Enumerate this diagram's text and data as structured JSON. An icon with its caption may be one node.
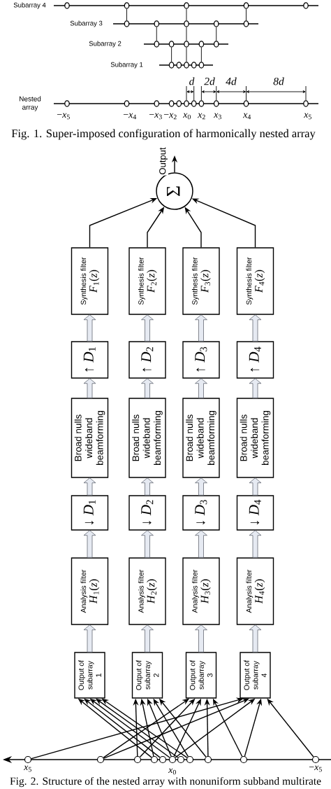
{
  "diagram": {
    "nodes": [
      {
        "text": [
          "Σ"
        ]
      },
      {
        "text": [
          "Synthesis filter",
          "*F*$_{1}$(*z*)"
        ]
      },
      {
        "text": [
          "Synthesis filter",
          "*F*$_{2}$(*z*)"
        ]
      },
      {
        "text": [
          "Synthesis filter",
          "*F*$_{3}$(*z*)"
        ]
      },
      {
        "text": [
          "Synthesis filter",
          "*F*$_{4}$(*z*)"
        ]
      },
      {
        "text": [
          "↑ *D*$_{1}$"
        ]
      },
      {
        "text": [
          "↑ *D*$_{2}$"
        ]
      },
      {
        "text": [
          "↑ *D*$_{3}$"
        ]
      },
      {
        "text": [
          "↑ *D*$_{4}$"
        ]
      },
      {
        "text": [
          "Broad nulls wideband beamforming"
        ]
      },
      {
        "text": [
          "Broad nulls wideband beamforming"
        ]
      },
      {
        "text": [
          "Broad nulls wideband beamforming"
        ]
      },
      {
        "text": [
          "Broad nulls wideband beamforming"
        ]
      },
      {
        "text": [
          "↓ *D*$_{1}$"
        ]
      },
      {
        "text": [
          "↓ *D*$_{2}$"
        ]
      },
      {
        "text": [
          "↓ *D*$_{3}$"
        ]
      },
      {
        "text": [
          "↓ *D*$_{4}$"
        ]
      },
      {
        "text": [
          "Analysis filter",
          "*H*$_{1}$(*z*)"
        ]
      },
      {
        "text": [
          "Analysis filter",
          "*H*$_{2}$(*z*)"
        ]
      },
      {
        "text": [
          "Analysis filter",
          "*H*$_{3}$(*z*)"
        ]
      },
      {
        "text": [
          "Analysis filter",
          "*H*$_{4}$(*z*)"
        ]
      },
      {
        "text": [
          "Output of subarray 1"
        ]
      },
      {
        "text": [
          "Output of subarray 2"
        ]
      },
      {
        "text": [
          "Output of subarray 3"
        ]
      },
      {
        "text": [
          "Output of subarray 4"
        ]
      },
      {
        "text": [],
        "shape": "circle",
        "beside": [
          "*x*$_{5}$"
        ]
      },
      {
        "text": [],
        "shape": "circle"
      },
      {
        "text": [],
        "shape": "circle"
      },
      {
        "text": [],
        "shape": "circle"
      },
      {
        "text": [],
        "shape": "circle"
      },
      {
        "text": [],
        "shape": "circle",
        "beside": [
          "*x*$_{0}$"
        ]
      },
      {
        "text": [],
        "shape": "circle"
      },
      {
        "text": [],
        "shape": "circle"
      },
      {
        "text": [],
        "shape": "circle"
      },
      {
        "text": [],
        "shape": "circle"
      },
      {
        "text": [],
        "shape": "circle",
        "beside": [
          "−*x*$_{5}$"
        ]
      }
    ],
    "edges": [
      {
        "from": 0,
        "to": null,
        "arrow": "to",
        "label": "Output"
      },
      {
        "from": 1,
        "to": 0,
        "arrow": "to"
      },
      {
        "from": 2,
        "to": 0,
        "arrow": "to"
      },
      {
        "from": 3,
        "to": 0,
        "arrow": "to"
      },
      {
        "from": 4,
        "to": 0,
        "arrow": "to"
      },
      {
        "from": 5,
        "to": 1,
        "arrow": "to",
        "style": "thick",
        "color": "#e6eaf2"
      },
      {
        "from": 6,
        "to": 2,
        "arrow": "to",
        "style": "thick",
        "color": "#e6eaf2"
      },
      {
        "from": 7,
        "to": 3,
        "arrow": "to",
        "style": "thick",
        "color": "#e6eaf2"
      },
      {
        "from": 8,
        "to": 4,
        "arrow": "to",
        "style": "thick",
        "color": "#e6eaf2"
      },
      {
        "from": 9,
        "to": 5,
        "arrow": "to",
        "style": "thick",
        "color": "#e6eaf2"
      },
      {
        "from": 10,
        "to": 6,
        "arrow": "to",
        "style": "thick",
        "color": "#e6eaf2"
      },
      {
        "from": 11,
        "to": 7,
        "arrow": "to",
        "style": "thick",
        "color": "#e6eaf2"
      },
      {
        "from": 12,
        "to": 8,
        "arrow": "to",
        "style": "thick",
        "color": "#e6eaf2"
      },
      {
        "from": 13,
        "to": 9,
        "arrow": "to",
        "style": "thick",
        "color": "#e6eaf2"
      },
      {
        "from": 14,
        "to": 10,
        "arrow": "to",
        "style": "thick",
        "color": "#e6eaf2"
      },
      {
        "from": 15,
        "to": 11,
        "arrow": "to",
        "style": "thick",
        "color": "#e6eaf2"
      },
      {
        "from": 16,
        "to": 12,
        "arrow": "to",
        "style": "thick",
        "color": "#e6eaf2"
      },
      {
        "from": 17,
        "to": 13,
        "arrow": "to",
        "style": "thick",
        "color": "#e6eaf2"
      },
      {
        "from": 18,
        "to": 14,
        "arrow": "to",
        "style": "thick",
        "color": "#e6eaf2"
      },
      {
        "from": 19,
        "to": 15,
        "arrow": "to",
        "style": "thick",
        "color": "#e6eaf2"
      },
      {
        "from": 20,
        "to": 16,
        "arrow": "to",
        "style": "thick",
        "color": "#e6eaf2"
      },
      {
        "from": 21,
        "to": 17,
        "arrow": "to",
        "style": "thick",
        "color": "#e6eaf2"
      },
      {
        "from": 22,
        "to": 18,
        "arrow": "to",
        "style": "thick",
        "color": "#e6eaf2"
      },
      {
        "from": 23,
        "to": 19,
        "arrow": "to",
        "style": "thick",
        "color": "#e6eaf2"
      },
      {
        "from": 24,
        "to": 20,
        "arrow": "to",
        "style": "thick",
        "color": "#e6eaf2"
      },
      {
        "from": 28,
        "to": 21,
        "arrow": "to"
      },
      {
        "from": 29,
        "to": 21,
        "arrow": "to"
      },
      {
        "from": 30,
        "to": 21,
        "arrow": "to"
      },
      {
        "from": 31,
        "to": 21,
        "arrow": "to"
      },
      {
        "from": 32,
        "to": 21,
        "arrow": "to"
      },
      {
        "from": 27,
        "to": 22,
        "arrow": "to"
      },
      {
        "from": 28,
        "to": 22,
        "arrow": "to"
      },
      {
        "from": 30,
        "to": 22,
        "arrow": "to"
      },
      {
        "from": 32,
        "to": 22,
        "arrow": "to"
      },
      {
        "from": 33,
        "to": 22,
        "arrow": "to"
      },
      {
        "from": 26,
        "to": 23,
        "arrow": "to"
      },
      {
        "from": 27,
        "to": 23,
        "arrow": "to"
      },
      {
        "from": 30,
        "to": 23,
        "arrow": "to"
      },
      {
        "from": 33,
        "to": 23,
        "arrow": "to"
      },
      {
        "from": 34,
        "to": 23,
        "arrow": "to"
      },
      {
        "from": 25,
        "to": 24,
        "arrow": "to"
      },
      {
        "from": 26,
        "to": 24,
        "arrow": "to"
      },
      {
        "from": 30,
        "to": 24,
        "arrow": "to"
      },
      {
        "from": 34,
        "to": 24,
        "arrow": "to"
      },
      {
        "from": 35,
        "to": 24,
        "arrow": "to"
      }
    ],
    "labels": [
      "Subarray 4",
      "Subarray 3",
      "Subarray 2",
      "Subarray 1",
      "d",
      "2d",
      "4d",
      "8d",
      "Nested array",
      "−*x*$_{5}$",
      "−*x*$_{4}$",
      "−*x*$_{3}$",
      "−*x*$_{2}$",
      "*x*$_{0}$",
      "*x*$_{2}$",
      "*x*$_{3}$",
      "*x*$_{4}$",
      "*x*$_{5}$",
      "Fig. 1. Super-imposed configuration of harmonically nested array",
      "Fig. 2. Structure of the nested array with nonuniform subband multirate"
    ]
  }
}
